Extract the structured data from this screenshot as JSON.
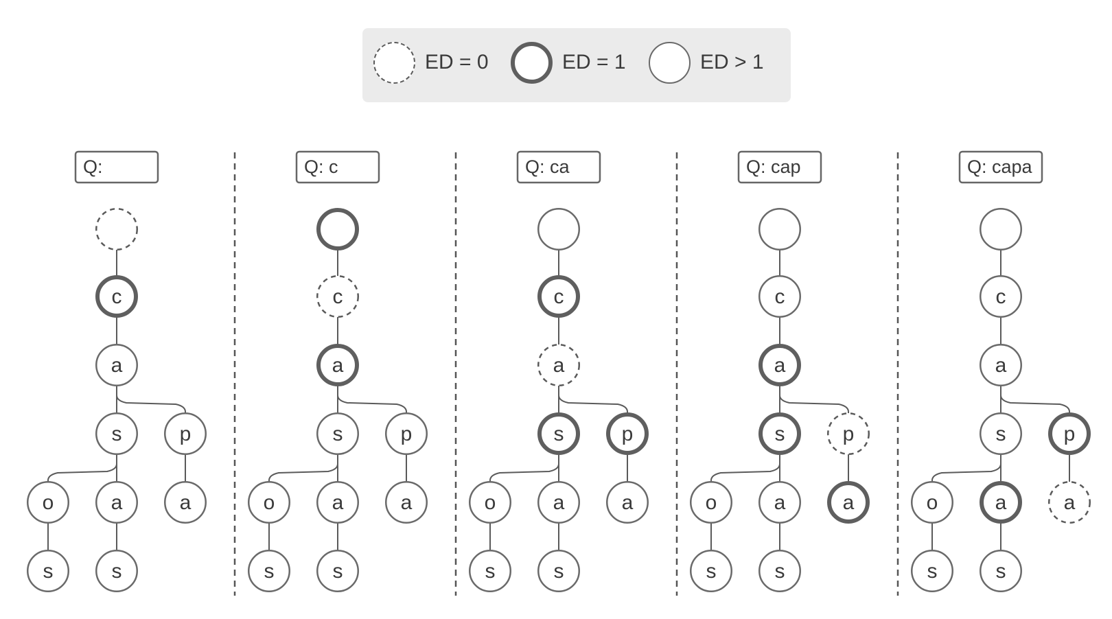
{
  "legend": {
    "items": [
      {
        "label": "ED = 0",
        "style": "ed0"
      },
      {
        "label": "ED = 1",
        "style": "ed1"
      },
      {
        "label": "ED > 1",
        "style": "edn"
      }
    ],
    "background": "#ebebeb"
  },
  "colors": {
    "stroke": "#5a5a5a",
    "text": "#3a3a3a",
    "divider": "#555555"
  },
  "trie": {
    "nodes": [
      {
        "id": "root",
        "label": "",
        "parent": null
      },
      {
        "id": "c",
        "label": "c",
        "parent": "root"
      },
      {
        "id": "ca",
        "label": "a",
        "parent": "c"
      },
      {
        "id": "cas",
        "label": "s",
        "parent": "ca"
      },
      {
        "id": "cap",
        "label": "p",
        "parent": "ca"
      },
      {
        "id": "caso",
        "label": "o",
        "parent": "cas"
      },
      {
        "id": "casa",
        "label": "a",
        "parent": "cas"
      },
      {
        "id": "capa",
        "label": "a",
        "parent": "cap"
      },
      {
        "id": "casos",
        "label": "s",
        "parent": "caso"
      },
      {
        "id": "casas",
        "label": "s",
        "parent": "casa"
      }
    ]
  },
  "panels": [
    {
      "query": "Q:",
      "states": {
        "root": "ed0",
        "c": "ed1",
        "ca": "edn",
        "cas": "edn",
        "cap": "edn",
        "caso": "edn",
        "casa": "edn",
        "capa": "edn",
        "casos": "edn",
        "casas": "edn"
      }
    },
    {
      "query": "Q: c",
      "states": {
        "root": "ed1",
        "c": "ed0",
        "ca": "ed1",
        "cas": "edn",
        "cap": "edn",
        "caso": "edn",
        "casa": "edn",
        "capa": "edn",
        "casos": "edn",
        "casas": "edn"
      }
    },
    {
      "query": "Q: ca",
      "states": {
        "root": "edn",
        "c": "ed1",
        "ca": "ed0",
        "cas": "ed1",
        "cap": "ed1",
        "caso": "edn",
        "casa": "edn",
        "capa": "edn",
        "casos": "edn",
        "casas": "edn"
      }
    },
    {
      "query": "Q: cap",
      "states": {
        "root": "edn",
        "c": "edn",
        "ca": "ed1",
        "cas": "ed1",
        "cap": "ed0",
        "caso": "edn",
        "casa": "edn",
        "capa": "ed1",
        "casos": "edn",
        "casas": "edn"
      }
    },
    {
      "query": "Q: capa",
      "states": {
        "root": "edn",
        "c": "edn",
        "ca": "edn",
        "cas": "edn",
        "cap": "ed1",
        "caso": "edn",
        "casa": "ed1",
        "capa": "ed0",
        "casos": "edn",
        "casas": "edn"
      }
    }
  ]
}
